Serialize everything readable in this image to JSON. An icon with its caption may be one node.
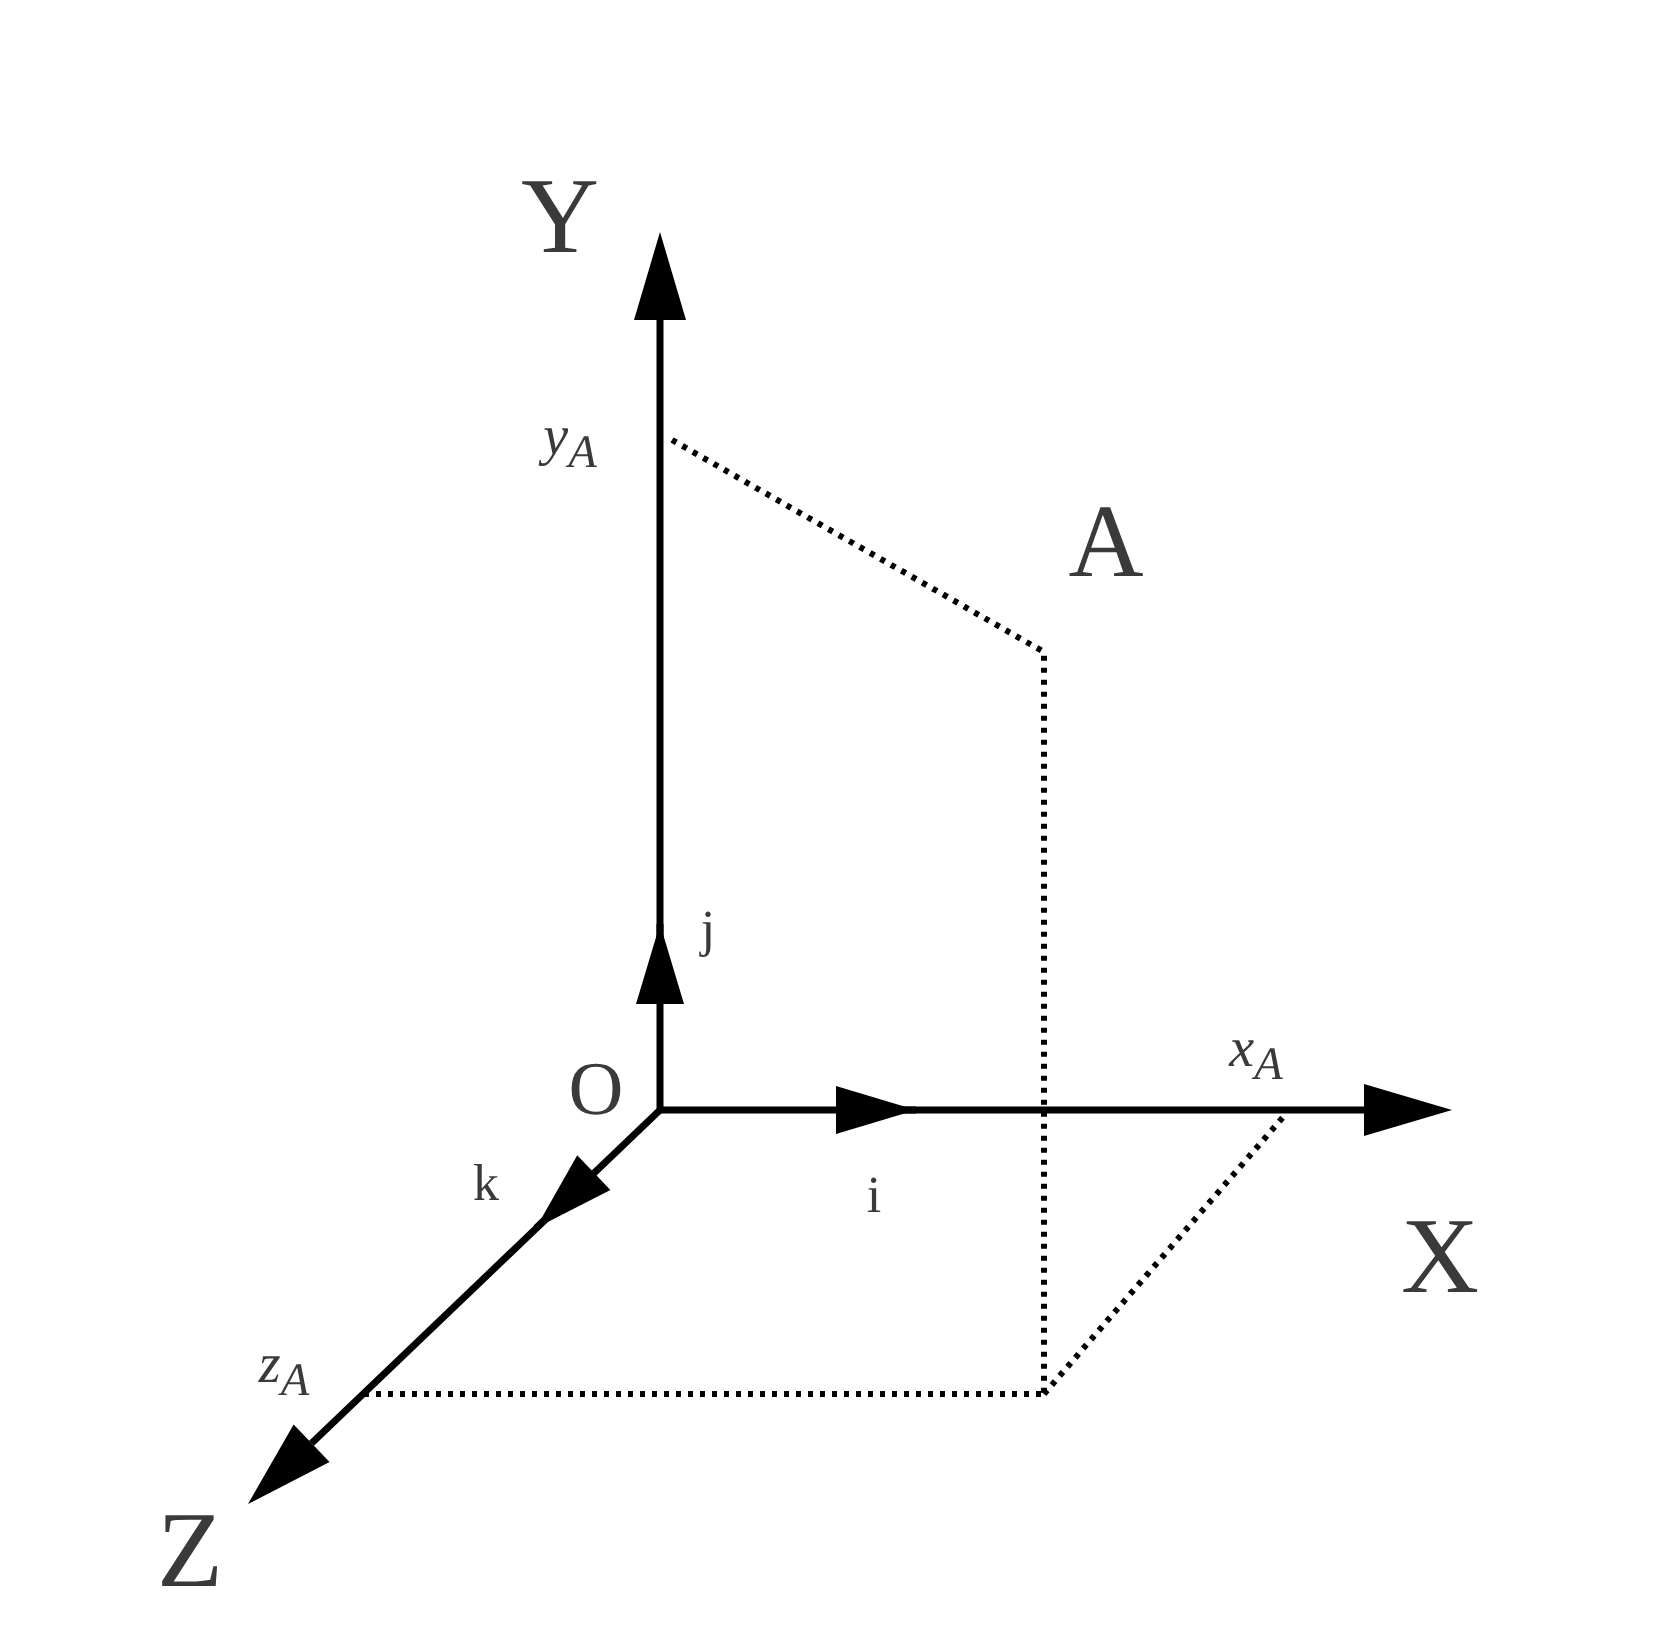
{
  "diagram": {
    "labels": [
      "Y",
      "y$_{A}$",
      "A",
      "j",
      "O",
      "x$_{A}$",
      "k",
      "i",
      "X",
      "z$_{A}$",
      "Z"
    ]
  }
}
